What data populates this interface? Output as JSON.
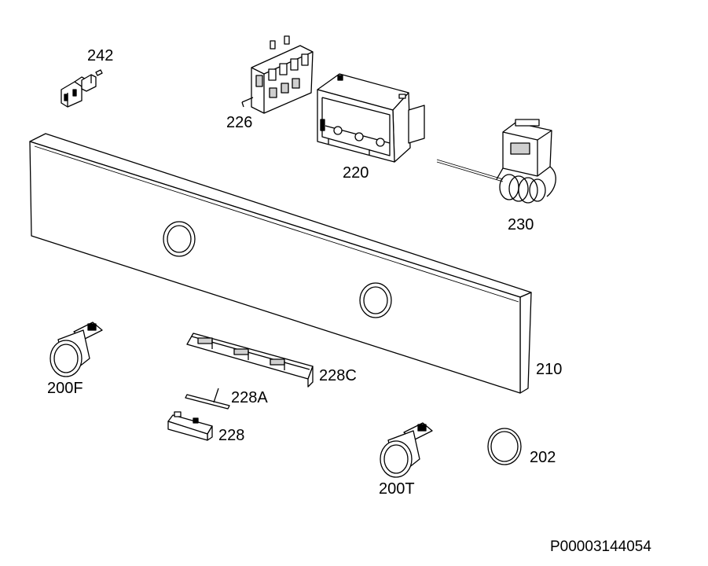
{
  "diagram": {
    "reference_code": "P00003144054",
    "parts": [
      {
        "id": "p242",
        "label": "242"
      },
      {
        "id": "p226",
        "label": "226"
      },
      {
        "id": "p220",
        "label": "220"
      },
      {
        "id": "p230",
        "label": "230"
      },
      {
        "id": "p210",
        "label": "210"
      },
      {
        "id": "p200F",
        "label": "200F"
      },
      {
        "id": "p228C",
        "label": "228C"
      },
      {
        "id": "p228A",
        "label": "228A"
      },
      {
        "id": "p228",
        "label": "228"
      },
      {
        "id": "p200T",
        "label": "200T"
      },
      {
        "id": "p202",
        "label": "202"
      }
    ]
  }
}
